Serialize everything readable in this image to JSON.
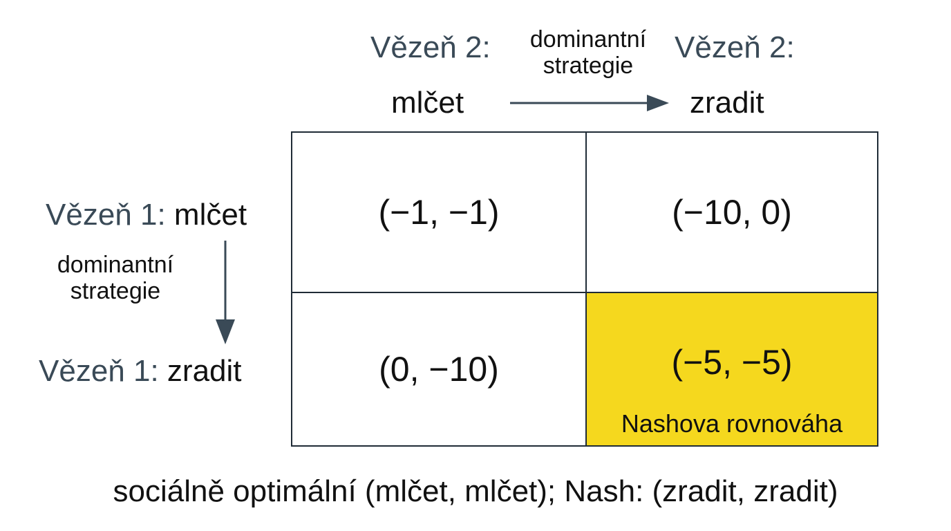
{
  "column_headers": [
    {
      "player": "Vězeň 2:",
      "strategy": "mlčet"
    },
    {
      "player": "Vězeň 2:",
      "strategy": "zradit"
    }
  ],
  "row_headers": [
    {
      "player": "Vězeň 1:",
      "strategy": "mlčet"
    },
    {
      "player": "Vězeň 1:",
      "strategy": "zradit"
    }
  ],
  "top_arrow": {
    "line1": "dominantní",
    "line2": "strategie"
  },
  "left_arrow": {
    "line1": "dominantní",
    "line2": "strategie"
  },
  "payoffs": [
    [
      "(−1, −1)",
      "(−10, 0)"
    ],
    [
      "(0, −10)",
      "(−5, −5)"
    ]
  ],
  "nash_label": "Nashova rovnováha",
  "footer": "sociálně optimální (mlčet, mlčet); Nash: (zradit, zradit)",
  "colors": {
    "highlight": "#f5d81e",
    "label": "#3a4a57",
    "border": "#1f2b36"
  }
}
